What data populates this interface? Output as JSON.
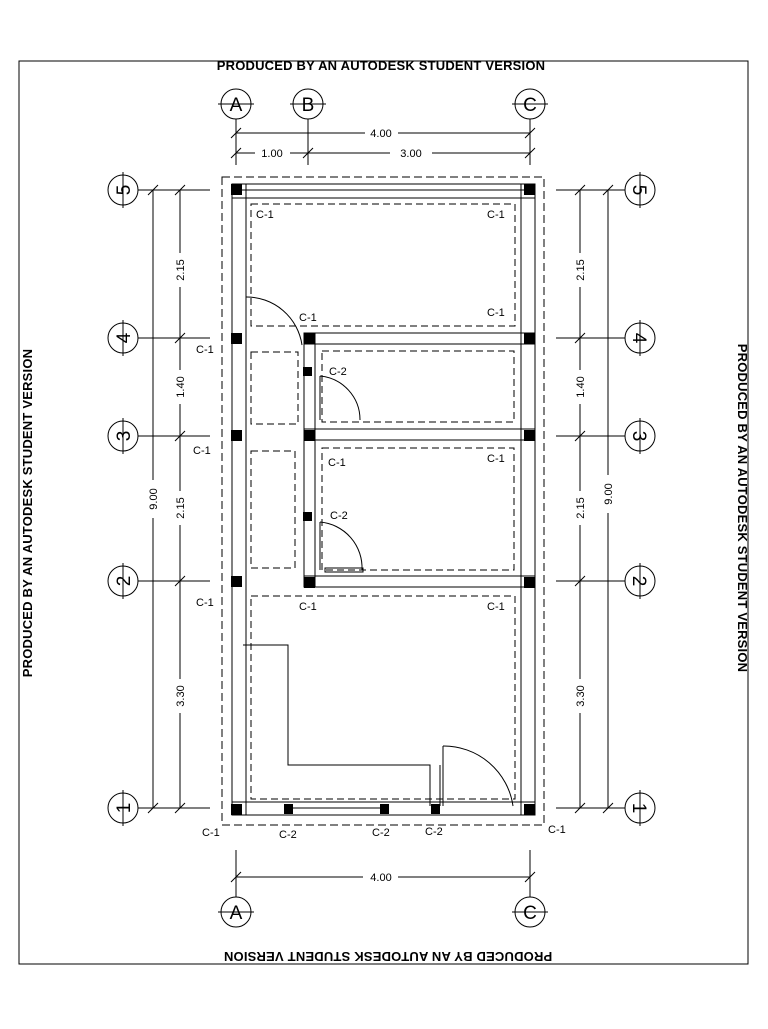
{
  "watermark": "PRODUCED BY AN AUTODESK STUDENT VERSION",
  "grid_letters": [
    "A",
    "B",
    "C"
  ],
  "grid_numbers": [
    "1",
    "2",
    "3",
    "4",
    "5"
  ],
  "dims_top": {
    "total": "4.00",
    "a_b": "1.00",
    "b_c": "3.00"
  },
  "dims_bottom": {
    "total": "4.00"
  },
  "dims_side": {
    "total": "9.00",
    "s1_2": "3.30",
    "s2_3": "2.15",
    "s3_4": "1.40",
    "s4_5": "2.15"
  },
  "col_c1": "C-1",
  "col_c2": "C-2"
}
